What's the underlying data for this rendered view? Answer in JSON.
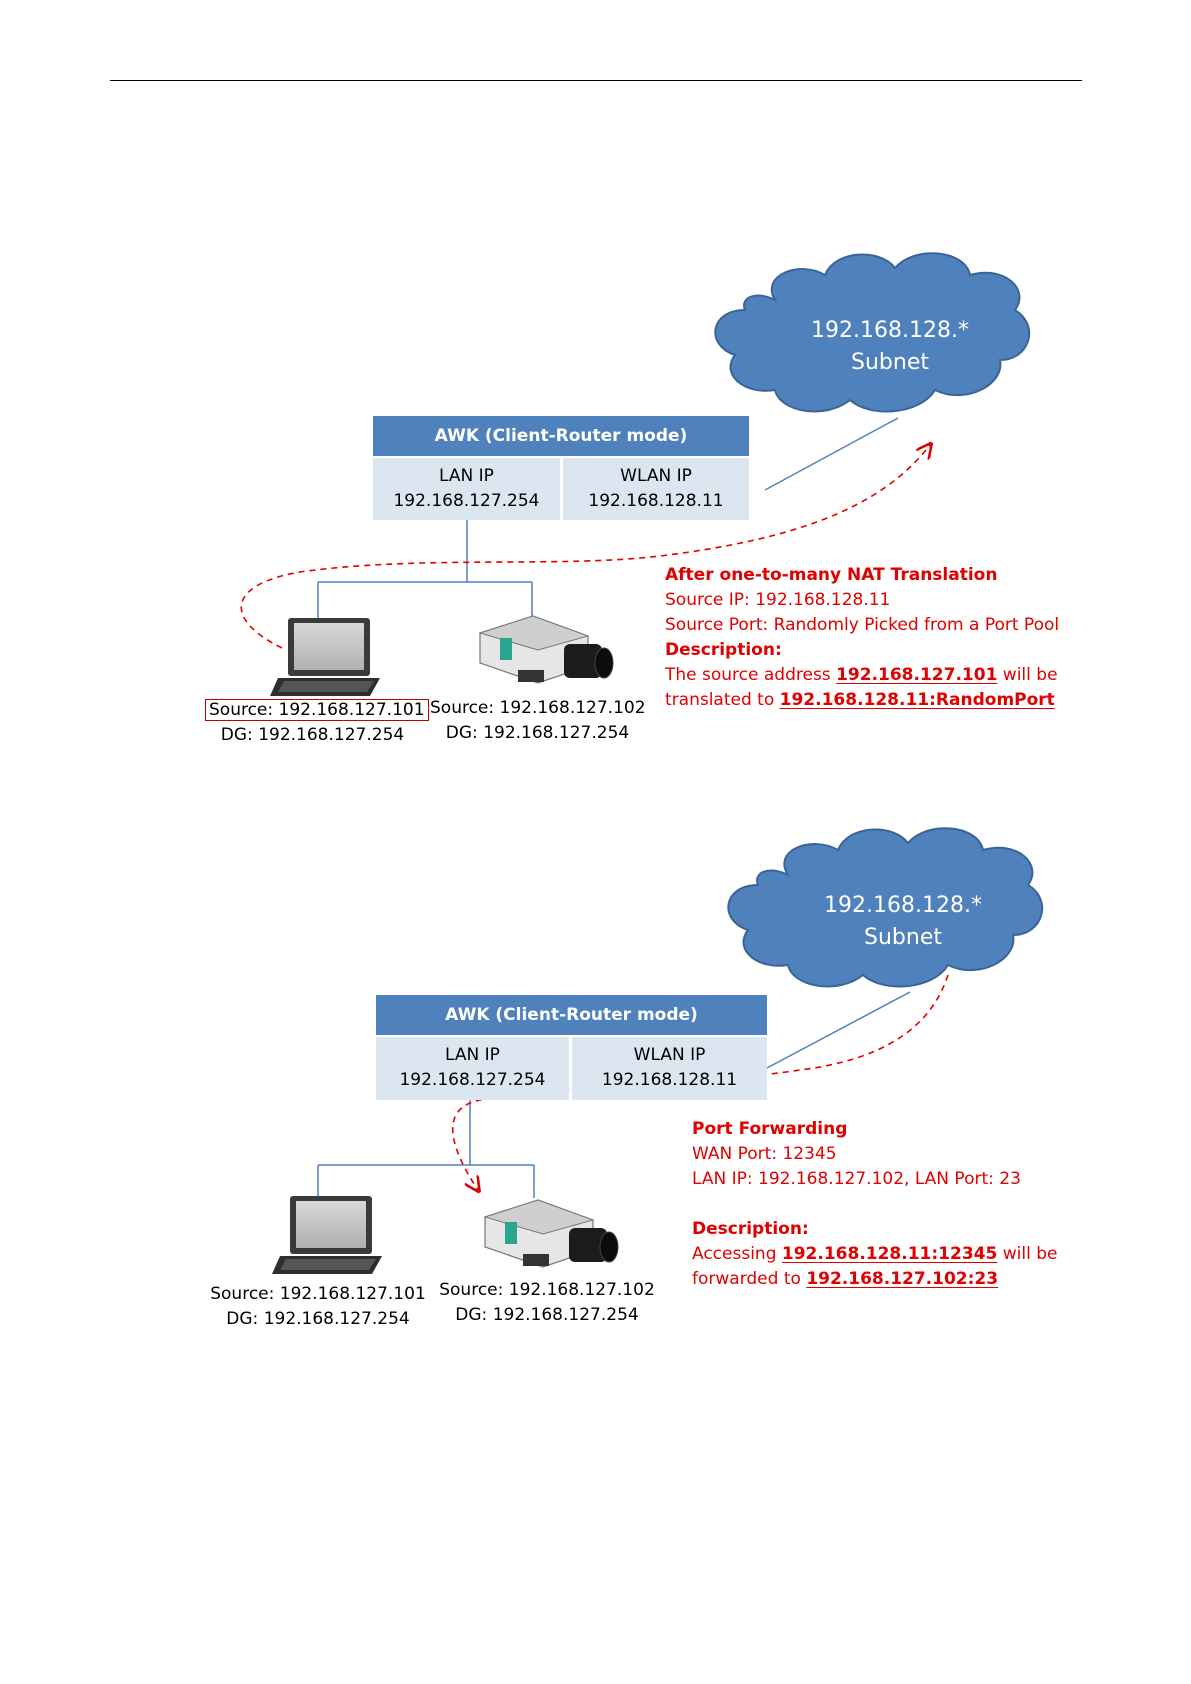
{
  "colors": {
    "cloud": "#4f81bd",
    "awk_header": "#4f81bd",
    "awk_cell": "#dce6f1",
    "note_red": "#e00000",
    "wire_blue": "#4f81bd"
  },
  "diagram1": {
    "cloud": {
      "line1": "192.168.128.*",
      "line2": "Subnet"
    },
    "awk": {
      "title": "AWK (Client-Router mode)",
      "lan_label": "LAN IP",
      "lan_ip": "192.168.127.254",
      "wlan_label": "WLAN IP",
      "wlan_ip": "192.168.128.11"
    },
    "laptop": {
      "source": "Source: 192.168.127.101",
      "dg": "DG: 192.168.127.254",
      "icon": "laptop-icon"
    },
    "camera": {
      "source": "Source: 192.168.127.102",
      "dg": "DG: 192.168.127.254",
      "icon": "ip-camera-icon"
    },
    "notes": {
      "heading": "After one-to-many NAT Translation",
      "source_ip": "Source IP: 192.168.128.11",
      "source_port": "Source Port: Randomly Picked from a Port Pool",
      "desc_heading": "Description:",
      "desc_a_pre": "The source address ",
      "desc_a_addr": "192.168.127.101",
      "desc_a_post": " will be",
      "desc_b_pre": "translated to ",
      "desc_b_addr": "192.168.128.11:RandomPort"
    }
  },
  "diagram2": {
    "cloud": {
      "line1": "192.168.128.*",
      "line2": "Subnet"
    },
    "awk": {
      "title": "AWK (Client-Router mode)",
      "lan_label": "LAN IP",
      "lan_ip": "192.168.127.254",
      "wlan_label": "WLAN IP",
      "wlan_ip": "192.168.128.11"
    },
    "laptop": {
      "source": "Source: 192.168.127.101",
      "dg": "DG: 192.168.127.254",
      "icon": "laptop-icon"
    },
    "camera": {
      "source": "Source: 192.168.127.102",
      "dg": "DG: 192.168.127.254",
      "icon": "ip-camera-icon"
    },
    "notes": {
      "heading": "Port Forwarding",
      "wan_port": "WAN Port: 12345",
      "lan_ip_port": "LAN IP: 192.168.127.102, LAN Port: 23",
      "desc_heading": "Description:",
      "desc_a_pre": "Accessing ",
      "desc_a_addr": "192.168.128.11:12345",
      "desc_a_post": " will be",
      "desc_b_pre": "forwarded to ",
      "desc_b_addr": "192.168.127.102:23"
    }
  }
}
